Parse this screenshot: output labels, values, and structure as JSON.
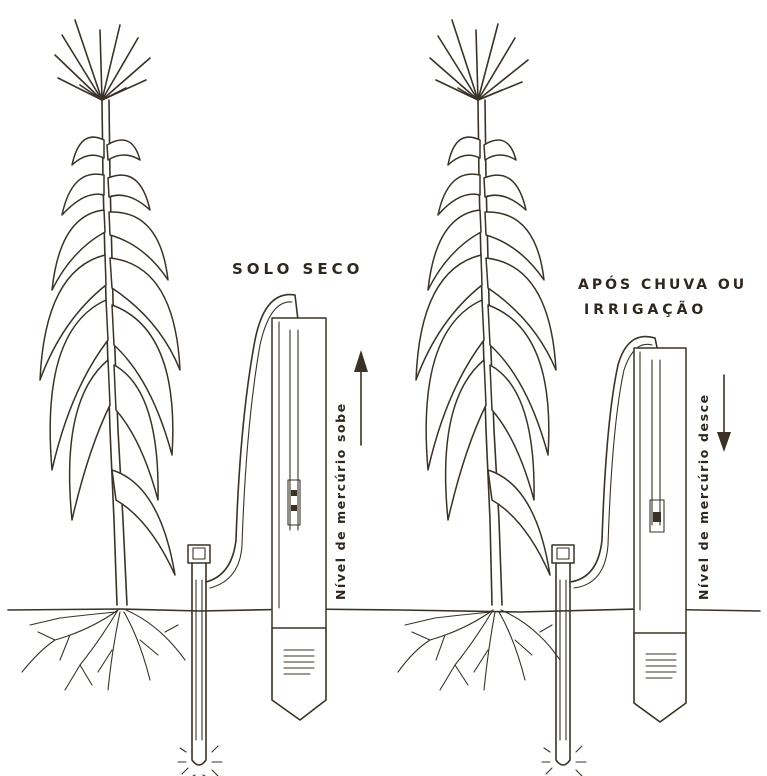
{
  "panels": [
    {
      "condition_label": "SOLO SECO",
      "mercury_label": "Nível de mercúrio sobe",
      "arrow": "up"
    },
    {
      "condition_label_line1": "APÓS CHUVA OU",
      "condition_label_line2": "IRRIGAÇÃO",
      "mercury_label": "Nível de mercúrio desce",
      "arrow": "down"
    }
  ],
  "colors": {
    "ink": "#3a3226",
    "paper": "#ffffff"
  }
}
